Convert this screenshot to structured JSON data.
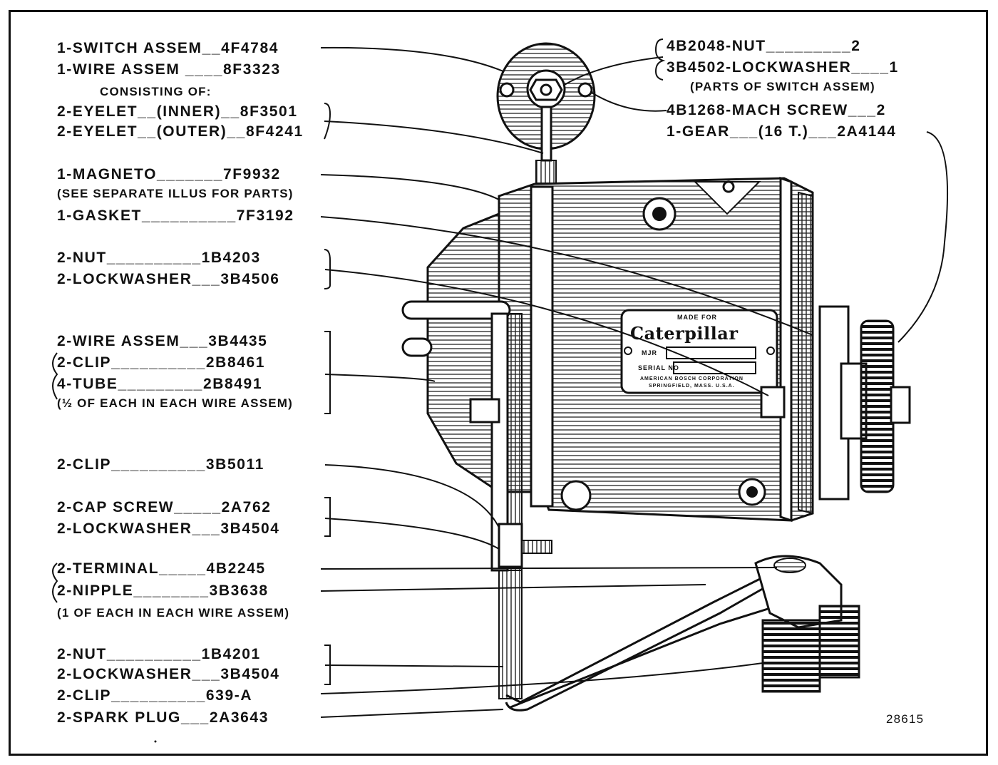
{
  "labels_left": [
    "1-SWITCH ASSEM__4F4784",
    "1-WIRE ASSEM ____8F3323",
    "CONSISTING OF:",
    "2-EYELET__(INNER)__8F3501",
    "2-EYELET__(OUTER)__8F4241",
    "1-MAGNETO_______7F9932",
    "(SEE SEPARATE ILLUS FOR PARTS)",
    "1-GASKET__________7F3192",
    "2-NUT__________1B4203",
    "2-LOCKWASHER___3B4506",
    "2-WIRE ASSEM___3B4435",
    "2-CLIP__________2B8461",
    "4-TUBE_________2B8491",
    "(½ OF EACH IN EACH WIRE ASSEM)",
    "2-CLIP__________3B5011",
    "2-CAP SCREW_____2A762",
    "2-LOCKWASHER___3B4504",
    "2-TERMINAL_____4B2245",
    "2-NIPPLE________3B3638",
    "(1 OF EACH IN EACH WIRE ASSEM)",
    "2-NUT__________1B4201",
    "2-LOCKWASHER___3B4504",
    "2-CLIP__________639-A",
    "2-SPARK PLUG___2A3643"
  ],
  "labels_right": [
    "4B2048-NUT_________2",
    "3B4502-LOCKWASHER____1",
    "(PARTS OF SWITCH ASSEM)",
    "4B1268-MACH SCREW___2",
    "1-GEAR___(16 T.)___2A4144"
  ],
  "nameplate": {
    "brand": "Caterpillar",
    "made_for": "MADE FOR",
    "mjr": "MJR",
    "serial": "SERIAL NO",
    "maker1": "AMERICAN BOSCH CORPORATION",
    "maker2": "SPRINGFIELD, MASS. U.S.A."
  },
  "figure_number": "28615"
}
